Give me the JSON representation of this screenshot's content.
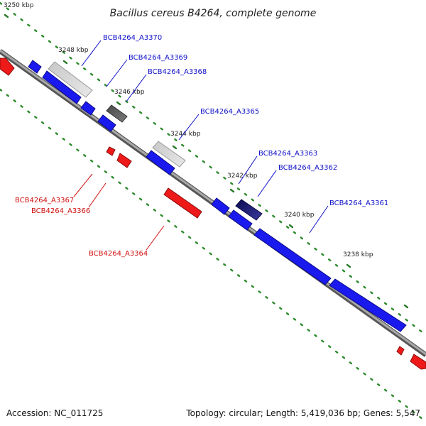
{
  "title": "Bacillus cereus B4264, complete genome",
  "footer": {
    "accession": "Accession: NC_011725",
    "summary": "Topology: circular; Length: 5,419,036 bp; Genes: 5,547"
  },
  "colors": {
    "forward_gene": "#1a1aee",
    "reverse_gene": "#ee1a1a",
    "backbone": "#808080",
    "tick_dots": "#2a8a2a",
    "label_forward": "#1010c8",
    "label_reverse": "#d01010"
  },
  "scale": {
    "kbp_labels": [
      "3250 kbp",
      "3248 kbp",
      "3246 kbp",
      "3244 kbp",
      "3242 kbp",
      "3240 kbp",
      "3238 kbp"
    ]
  },
  "genes": {
    "forward": [
      "BCB4264_A3370",
      "BCB4264_A3369",
      "BCB4264_A3368",
      "BCB4264_A3365",
      "BCB4264_A3363",
      "BCB4264_A3362",
      "BCB4264_A3361"
    ],
    "reverse": [
      "BCB4264_A3367",
      "BCB4264_A3366",
      "BCB4264_A3364"
    ]
  }
}
